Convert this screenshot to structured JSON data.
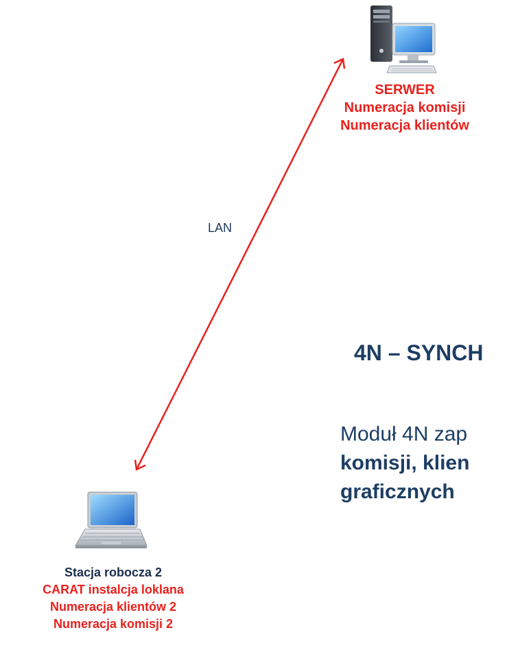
{
  "server": {
    "title": "SERWER",
    "line1": "Numeracja komisji",
    "line2": "Numeracja klientów"
  },
  "link": {
    "label": "LAN"
  },
  "heading": {
    "text": "4N – SYNCH"
  },
  "description": {
    "line1": "Moduł 4N zap",
    "line2": "komisji, klien",
    "line3": "graficznych"
  },
  "workstation": {
    "title": "Stacja robocza 2",
    "line1": "CARAT instalcja loklana",
    "line2": "Numeracja klientów 2",
    "line3": "Numeracja komisji 2"
  },
  "colors": {
    "accent_red": "#e8211d",
    "navy": "#1d3e63"
  }
}
